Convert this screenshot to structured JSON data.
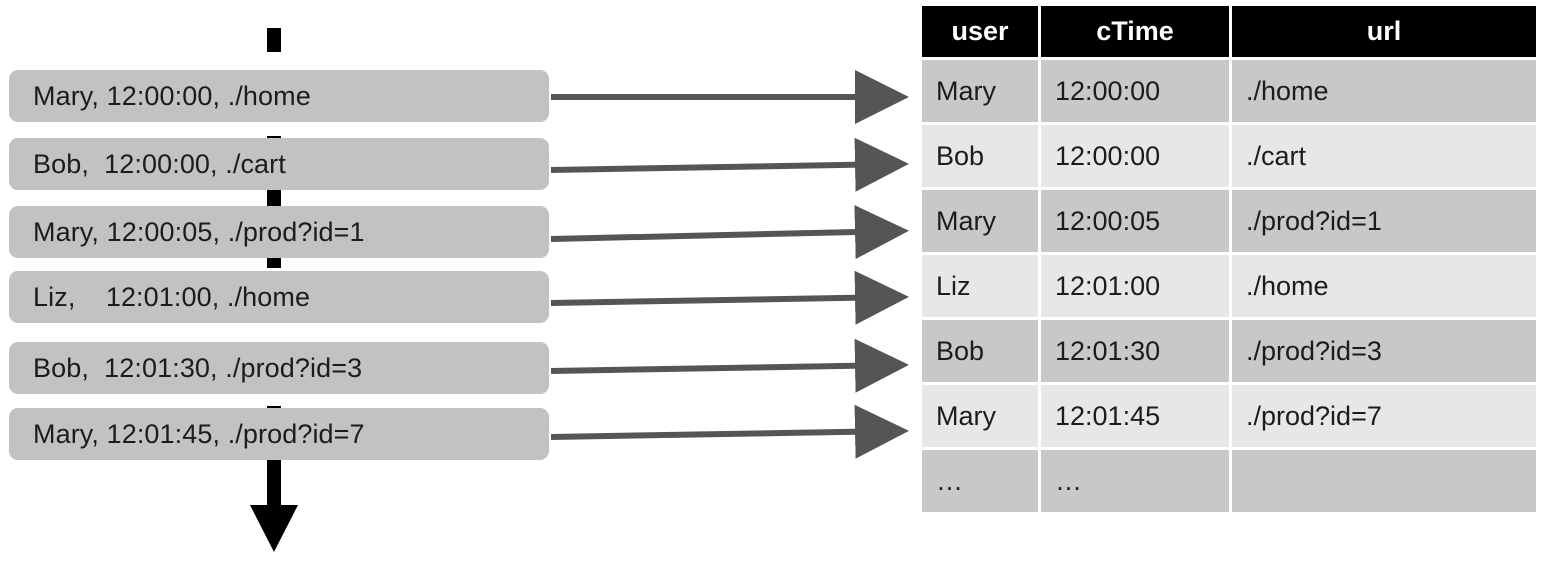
{
  "diagram": {
    "title": "clickstream-to-table mapping",
    "colors": {
      "event_box_fill": "#c2c2c2",
      "table_header_bg": "#000000",
      "table_header_fg": "#ffffff",
      "row_dark": "#c8c8c8",
      "row_light": "#e7e7e7",
      "arrow": "#555555",
      "axis": "#000000",
      "page_bg": "#ffffff"
    }
  },
  "stream": {
    "axis_name": "time-axis-dashed-arrow",
    "events": [
      {
        "text": "Mary, 12:00:00, ./home"
      },
      {
        "text": "Bob,  12:00:00, ./cart"
      },
      {
        "text": "Mary, 12:00:05, ./prod?id=1"
      },
      {
        "text": "Liz,    12:01:00, ./home"
      },
      {
        "text": "Bob,  12:01:30, ./prod?id=3"
      },
      {
        "text": "Mary, 12:01:45, ./prod?id=7"
      }
    ]
  },
  "connectors": {
    "count": 6,
    "label": "maps-to-arrow"
  },
  "table": {
    "columns": [
      {
        "key": "user",
        "label": "user"
      },
      {
        "key": "cTime",
        "label": "cTime"
      },
      {
        "key": "url",
        "label": "url"
      }
    ],
    "rows": [
      {
        "user": "Mary",
        "cTime": "12:00:00",
        "url": "./home"
      },
      {
        "user": "Bob",
        "cTime": "12:00:00",
        "url": "./cart"
      },
      {
        "user": "Mary",
        "cTime": "12:00:05",
        "url": "./prod?id=1"
      },
      {
        "user": "Liz",
        "cTime": "12:01:00",
        "url": "./home"
      },
      {
        "user": "Bob",
        "cTime": "12:01:30",
        "url": "./prod?id=3"
      },
      {
        "user": "Mary",
        "cTime": "12:01:45",
        "url": "./prod?id=7"
      },
      {
        "user": "…",
        "cTime": "…",
        "url": ""
      }
    ]
  }
}
